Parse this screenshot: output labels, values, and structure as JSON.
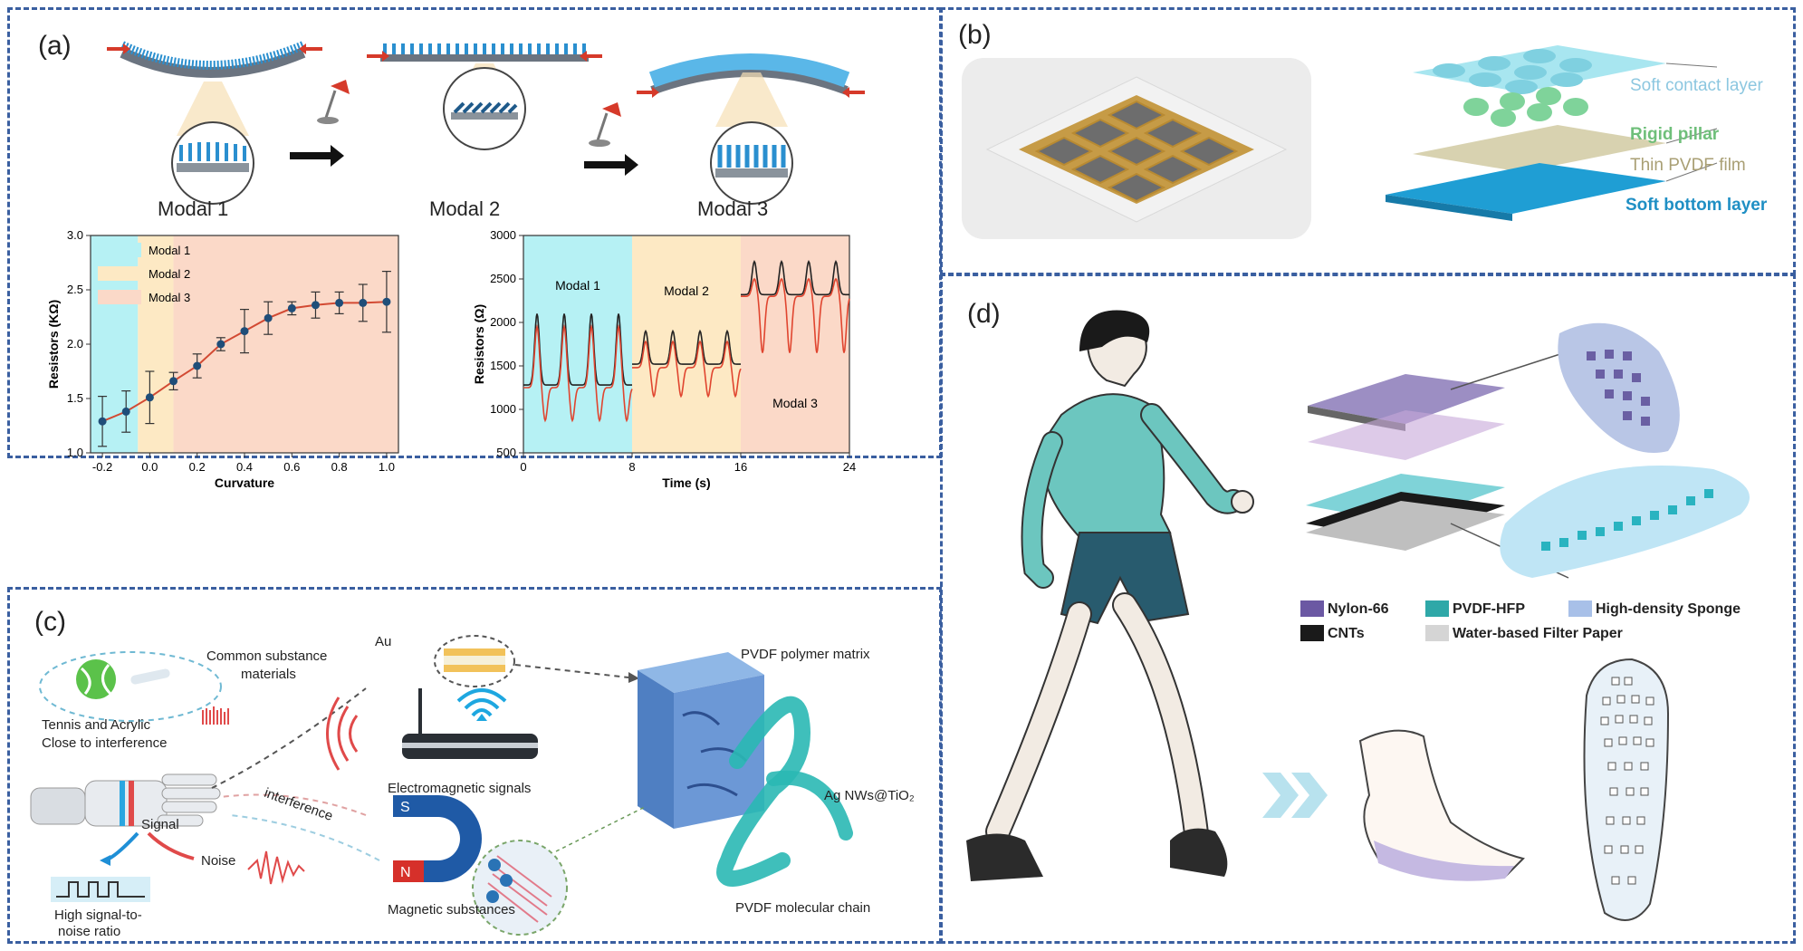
{
  "panels": {
    "a": {
      "label": "(a)",
      "modals": [
        "Modal 1",
        "Modal 2",
        "Modal 3"
      ]
    },
    "b": {
      "label": "(b)",
      "layers": [
        "Soft contact layer",
        "Rigid pillar",
        "Thin PVDF film",
        "Soft bottom layer"
      ]
    },
    "c": {
      "label": "(c)",
      "common_substance": "Common substance",
      "materials": "materials",
      "tennis_line1": "Tennis and Acrylic",
      "tennis_line2": "Close to interference",
      "au": "Au",
      "signal": "Signal",
      "noise": "Noise",
      "interference": "interference",
      "snr_line1": "High signal-to-",
      "snr_line2": "noise ratio",
      "em_signals": "Electromagnetic signals",
      "magnetic": "Magnetic substances",
      "magnet_s": "S",
      "magnet_n": "N",
      "matrix": "PVDF polymer matrix",
      "agnws": "Ag NWs@TiO₂",
      "chain": "PVDF molecular chain"
    },
    "d": {
      "label": "(d)",
      "legend": [
        "Nylon-66",
        "PVDF-HFP",
        "High-density Sponge",
        "CNTs",
        "Water-based Filter Paper"
      ]
    }
  },
  "chart_data": [
    {
      "type": "line",
      "xlabel": "Curvature",
      "ylabel": "Resistors (KΩ)",
      "xlim": [
        -0.25,
        1.05
      ],
      "ylim": [
        1.0,
        3.0
      ],
      "xticks": [
        "-0.2",
        "0.0",
        "0.2",
        "0.4",
        "0.6",
        "0.8",
        "1.0"
      ],
      "yticks": [
        "1.0",
        "1.5",
        "2.0",
        "2.5",
        "3.0"
      ],
      "legend": [
        "Modal 1",
        "Modal 2",
        "Modal 3"
      ],
      "legend_position": "top-left",
      "regions": [
        {
          "name": "Modal 1",
          "from": -0.25,
          "to": -0.05,
          "color": "#b6f1f4"
        },
        {
          "name": "Modal 2",
          "from": -0.05,
          "to": 0.1,
          "color": "#fde9c4"
        },
        {
          "name": "Modal 3",
          "from": 0.1,
          "to": 1.05,
          "color": "#fbd9c8"
        }
      ],
      "series": [
        {
          "x": [
            -0.2,
            -0.1,
            0.0,
            0.1,
            0.2,
            0.3,
            0.4,
            0.5,
            0.6,
            0.7,
            0.8,
            0.9,
            1.0
          ],
          "y": [
            1.29,
            1.38,
            1.51,
            1.66,
            1.8,
            2.0,
            2.12,
            2.24,
            2.33,
            2.36,
            2.38,
            2.38,
            2.39
          ],
          "err": [
            0.23,
            0.19,
            0.24,
            0.08,
            0.11,
            0.06,
            0.2,
            0.15,
            0.06,
            0.12,
            0.1,
            0.17,
            0.28
          ]
        }
      ],
      "line_color": "#d24a33",
      "marker_color": "#1f4e79"
    },
    {
      "type": "line",
      "xlabel": "Time (s)",
      "ylabel": "Resistors (Ω)",
      "xlim": [
        0,
        24
      ],
      "ylim": [
        500,
        3000
      ],
      "xticks": [
        "0",
        "8",
        "16",
        "24"
      ],
      "yticks": [
        "500",
        "1000",
        "1500",
        "2000",
        "2500",
        "3000"
      ],
      "region_labels": [
        "Modal 1",
        "Modal 2",
        "Modal 3"
      ],
      "regions": [
        {
          "name": "Modal 1",
          "from": 0,
          "to": 8,
          "color": "#b6f1f4"
        },
        {
          "name": "Modal 2",
          "from": 8,
          "to": 16,
          "color": "#fde9c4"
        },
        {
          "name": "Modal 3",
          "from": 16,
          "to": 24,
          "color": "#fbd9c8"
        }
      ],
      "series": [
        {
          "color": "#222222",
          "segments": [
            {
              "from": 0,
              "to": 8,
              "base": 1280,
              "peak": 2100,
              "pulses": [
                1,
                3,
                5,
                7
              ]
            },
            {
              "from": 8,
              "to": 16,
              "base": 1520,
              "peak": 1900,
              "pulses": [
                9,
                11,
                13,
                15
              ]
            },
            {
              "from": 16,
              "to": 24,
              "base": 2320,
              "peak": 2700,
              "pulses": [
                17,
                19,
                21,
                23
              ]
            }
          ]
        },
        {
          "color": "#e0452f",
          "segments": [
            {
              "from": 0,
              "to": 8,
              "base": 1250,
              "peak": 1950,
              "trough": 870,
              "pulses": [
                1,
                3,
                5,
                7
              ]
            },
            {
              "from": 8,
              "to": 16,
              "base": 1480,
              "peak": 1780,
              "trough": 1150,
              "pulses": [
                9,
                11,
                13,
                15
              ]
            },
            {
              "from": 16,
              "to": 24,
              "base": 2300,
              "peak": 2500,
              "trough": 1650,
              "pulses": [
                17,
                19,
                21,
                23
              ]
            }
          ]
        }
      ]
    }
  ]
}
